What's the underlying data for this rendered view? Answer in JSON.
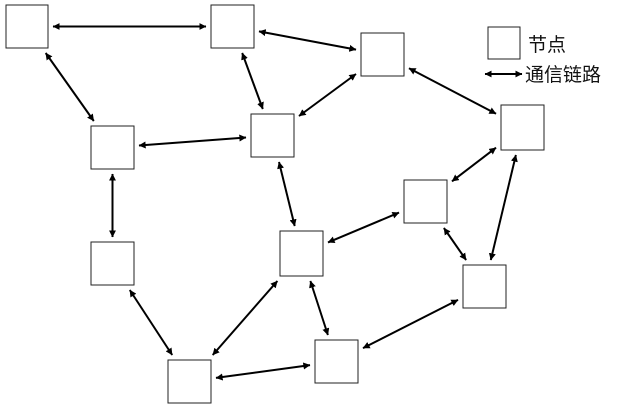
{
  "nodes": [
    {
      "id": "n1"
    },
    {
      "id": "n2"
    },
    {
      "id": "n3"
    },
    {
      "id": "n4"
    },
    {
      "id": "n5"
    },
    {
      "id": "n6"
    },
    {
      "id": "n7"
    },
    {
      "id": "n8"
    },
    {
      "id": "n9"
    },
    {
      "id": "n10"
    },
    {
      "id": "n11"
    },
    {
      "id": "n12"
    }
  ],
  "links": [
    [
      "n1",
      "n2"
    ],
    [
      "n1",
      "n4"
    ],
    [
      "n2",
      "n3"
    ],
    [
      "n2",
      "n5"
    ],
    [
      "n3",
      "n5"
    ],
    [
      "n3",
      "n6"
    ],
    [
      "n4",
      "n5"
    ],
    [
      "n4",
      "n7"
    ],
    [
      "n5",
      "n8"
    ],
    [
      "n6",
      "n9"
    ],
    [
      "n6",
      "n10"
    ],
    [
      "n7",
      "n12"
    ],
    [
      "n8",
      "n9"
    ],
    [
      "n8",
      "n11"
    ],
    [
      "n8",
      "n12"
    ],
    [
      "n9",
      "n10"
    ],
    [
      "n10",
      "n11"
    ],
    [
      "n11",
      "n12"
    ]
  ],
  "legend": {
    "node_label": "节点",
    "link_label": "通信链路"
  },
  "colors": {
    "stroke": "#000000",
    "node_border": "#222222",
    "background": "#ffffff"
  }
}
